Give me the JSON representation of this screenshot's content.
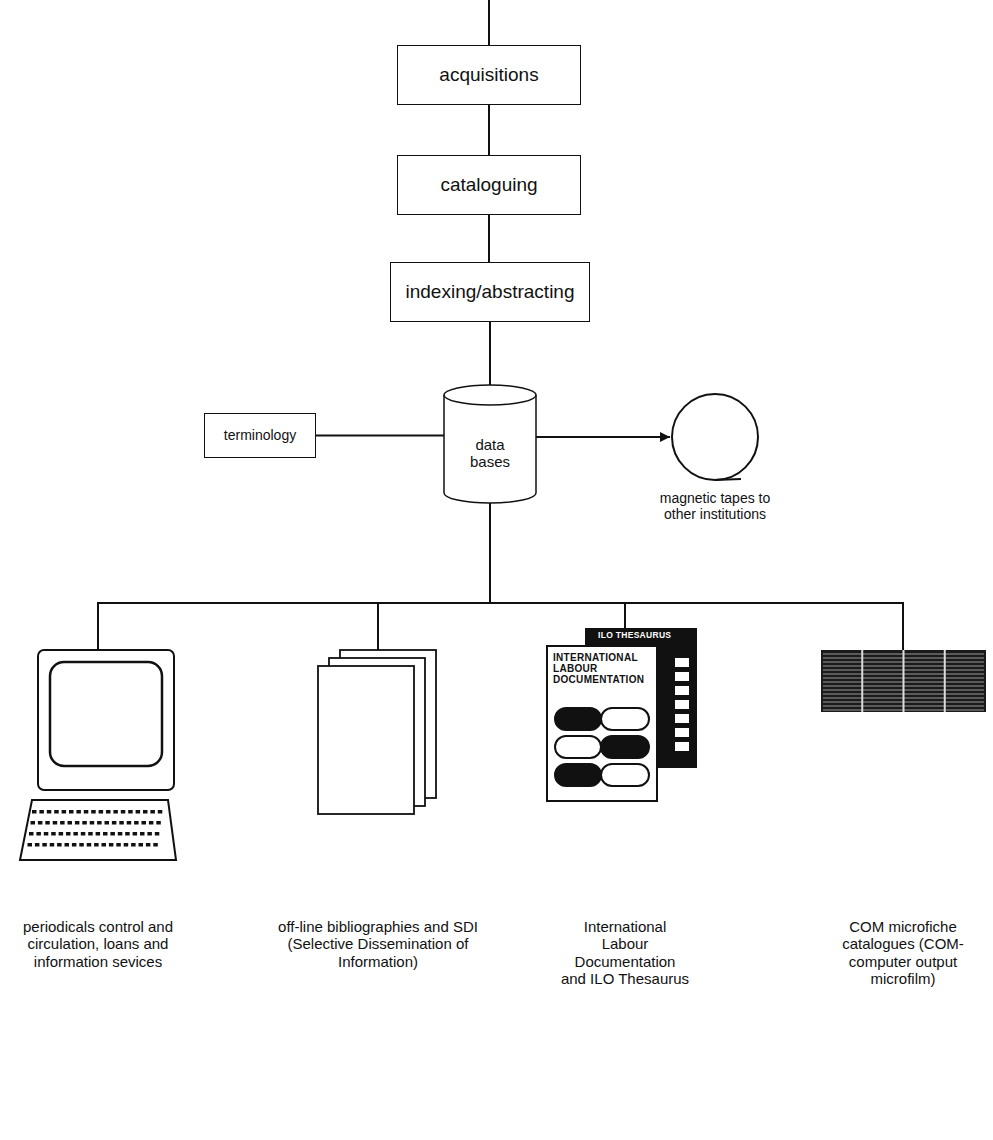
{
  "diagram": {
    "nodes": [
      {
        "text": [
          "acquisitions"
        ]
      },
      {
        "text": [
          "cataloguing"
        ]
      },
      {
        "text": [
          "indexing/abstracting"
        ]
      },
      {
        "text": [
          "data bases"
        ]
      },
      {
        "text": [
          "terminology"
        ]
      },
      {
        "text": [
          "magnetic tapes to other institutions"
        ]
      },
      {
        "text": [
          "periodicals control and circulation, loans and information sevices"
        ]
      },
      {
        "text": [
          "off-line bibliographies and SDI (Selective Dissemination of Information)"
        ]
      },
      {
        "text": [
          "International Labour Documentation and ILO Thesaurus"
        ]
      },
      {
        "text": [
          "COM microfiche catalogues (COM-computer output microfilm)"
        ]
      }
    ],
    "edges": [
      {
        "from": 0,
        "to": 1,
        "arrow": "none"
      },
      {
        "from": 1,
        "to": 2,
        "arrow": "none"
      },
      {
        "from": 2,
        "to": 3,
        "arrow": "none"
      },
      {
        "from": 4,
        "to": 3,
        "arrow": "none"
      },
      {
        "from": 3,
        "to": 5,
        "arrow": "to"
      },
      {
        "from": 3,
        "to": 6,
        "arrow": "none"
      },
      {
        "from": 3,
        "to": 7,
        "arrow": "none"
      },
      {
        "from": 3,
        "to": 8,
        "arrow": "none"
      },
      {
        "from": 3,
        "to": 9,
        "arrow": "none"
      }
    ],
    "labels": [
      "ILO THESAURUS",
      "INTERNATIONAL LABOUR DOCUMENTATION"
    ]
  }
}
